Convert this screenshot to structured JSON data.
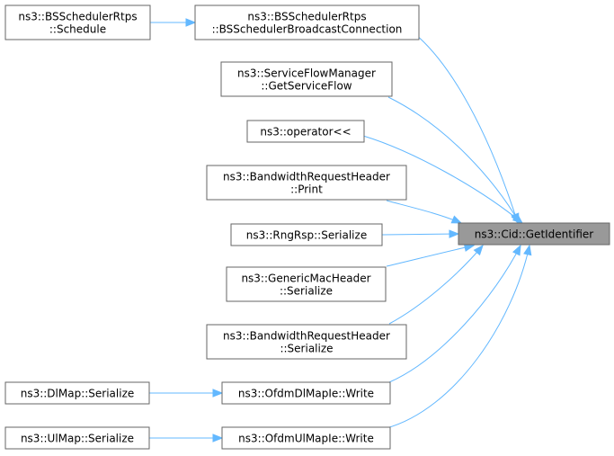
{
  "focus": {
    "id": "target",
    "lines": [
      "ns3::Cid::GetIdentifier"
    ]
  },
  "callers": [
    {
      "id": "bsBroadcast",
      "lines": [
        "ns3::BSSchedulerRtps",
        "::BSSchedulerBroadcastConnection"
      ]
    },
    {
      "id": "bsSchedule",
      "lines": [
        "ns3::BSSchedulerRtps",
        "::Schedule"
      ]
    },
    {
      "id": "sfmGet",
      "lines": [
        "ns3::ServiceFlowManager",
        "::GetServiceFlow"
      ]
    },
    {
      "id": "opShift",
      "lines": [
        "ns3::operator<<"
      ]
    },
    {
      "id": "bwPrint",
      "lines": [
        "ns3::BandwidthRequestHeader",
        "::Print"
      ]
    },
    {
      "id": "rngSer",
      "lines": [
        "ns3::RngRsp::Serialize"
      ]
    },
    {
      "id": "gmhSer",
      "lines": [
        "ns3::GenericMacHeader",
        "::Serialize"
      ]
    },
    {
      "id": "bwSer",
      "lines": [
        "ns3::BandwidthRequestHeader",
        "::Serialize"
      ]
    },
    {
      "id": "dlWrite",
      "lines": [
        "ns3::OfdmDlMapIe::Write"
      ]
    },
    {
      "id": "dlMapSer",
      "lines": [
        "ns3::DlMap::Serialize"
      ]
    },
    {
      "id": "ulWrite",
      "lines": [
        "ns3::OfdmUlMapIe::Write"
      ]
    },
    {
      "id": "ulMapSer",
      "lines": [
        "ns3::UlMap::Serialize"
      ]
    }
  ],
  "edges": [
    {
      "from": "bsBroadcast",
      "to": "target"
    },
    {
      "from": "bsSchedule",
      "to": "bsBroadcast"
    },
    {
      "from": "sfmGet",
      "to": "target"
    },
    {
      "from": "opShift",
      "to": "target"
    },
    {
      "from": "bwPrint",
      "to": "target"
    },
    {
      "from": "rngSer",
      "to": "target"
    },
    {
      "from": "gmhSer",
      "to": "target"
    },
    {
      "from": "bwSer",
      "to": "target"
    },
    {
      "from": "dlWrite",
      "to": "target"
    },
    {
      "from": "dlMapSer",
      "to": "dlWrite"
    },
    {
      "from": "ulWrite",
      "to": "target"
    },
    {
      "from": "ulMapSer",
      "to": "ulWrite"
    }
  ],
  "colors": {
    "edge": "#63b8ff",
    "focus_fill": "#999999",
    "node_border": "#666666"
  }
}
